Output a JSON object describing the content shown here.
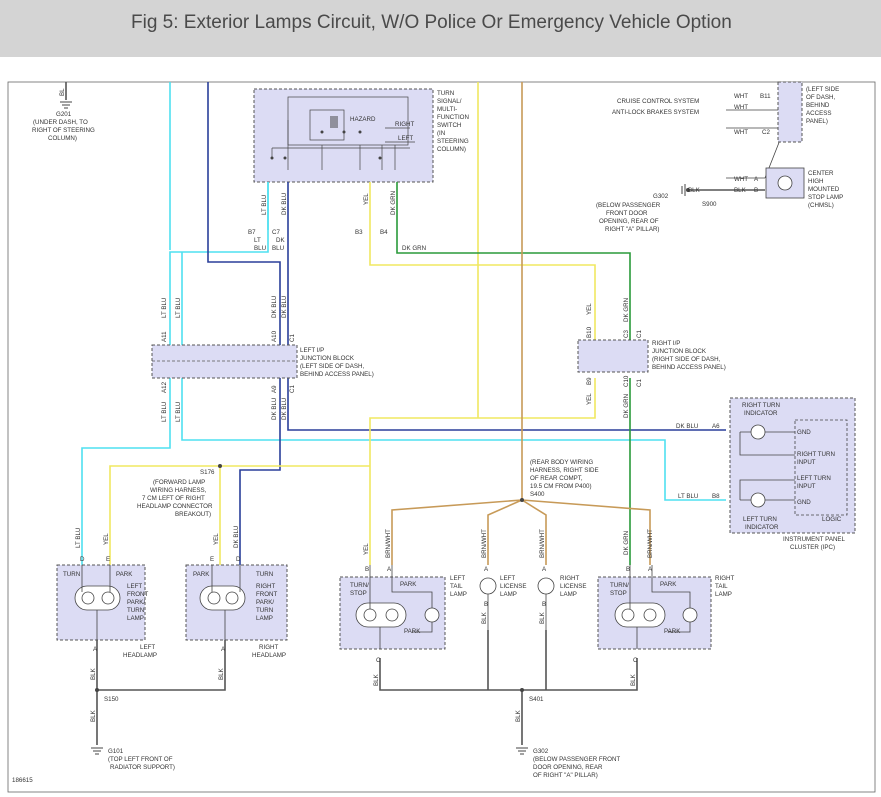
{
  "title": "Fig 5: Exterior Lamps Circuit, W/O Police Or Emergency Vehicle Option",
  "diagram_id": "186615",
  "components": {
    "turn_switch": [
      "TURN",
      "SIGNAL/",
      "MULTI-",
      "FUNCTION",
      "SWITCH",
      "(IN",
      "STEERING",
      "COLUMN)"
    ],
    "turn_switch_hazard": "HAZARD",
    "turn_switch_right": "RIGHT",
    "turn_switch_left": "LEFT",
    "g201": [
      "G201",
      "(UNDER DASH, TO",
      "RIGHT OF STEERING",
      "COLUMN)"
    ],
    "left_ip_jb": [
      "LEFT I/P",
      "JUNCTION BLOCK",
      "(LEFT SIDE OF DASH,",
      "BEHIND ACCESS PANEL)"
    ],
    "right_ip_jb": [
      "RIGHT I/P",
      "JUNCTION BLOCK",
      "(RIGHT SIDE OF DASH,",
      "BEHIND ACCESS PANEL)"
    ],
    "cruise": "CRUISE CONTROL SYSTEM",
    "abs": "ANTI-LOCK BRAKES SYSTEM",
    "left_side_dash": [
      "(LEFT SIDE",
      "OF DASH,",
      "BEHIND",
      "ACCESS",
      "PANEL)"
    ],
    "chmsl": [
      "CENTER",
      "HIGH",
      "MOUNTED",
      "STOP LAMP",
      "(CHMSL)"
    ],
    "g302_top": [
      "(BELOW PASSENGER",
      "FRONT DOOR",
      "OPENING, REAR OF",
      "RIGHT \"A\" PILLAR)"
    ],
    "ipc": [
      "INSTRUMENT PANEL",
      "CLUSTER (IPC)"
    ],
    "right_turn_indicator": [
      "RIGHT TURN",
      "INDICATOR"
    ],
    "left_turn_indicator": [
      "LEFT TURN",
      "INDICATOR"
    ],
    "logic": "LOGIC",
    "logic_labels": [
      "GND",
      "RIGHT TURN",
      "INPUT",
      "LEFT TURN",
      "INPUT",
      "GND"
    ],
    "s176": "S176",
    "s176_note": [
      "(FORWARD LAMP",
      "WIRING HARNESS,",
      "7 CM LEFT OF RIGHT",
      "HEADLAMP CONNECTOR",
      "BREAKOUT)"
    ],
    "s400": "S400",
    "s400_note": [
      "(REAR BODY WIRING",
      "HARNESS, RIGHT SIDE",
      "OF REAR COMPT,",
      "19.5 CM FROM P400)"
    ],
    "left_front_lamp": [
      "LEFT",
      "FRONT",
      "PARK/",
      "TURN",
      "LAMP"
    ],
    "right_front_lamp": [
      "RIGHT",
      "FRONT",
      "PARK/",
      "TURN",
      "LAMP"
    ],
    "left_headlamp": [
      "LEFT",
      "HEADLAMP"
    ],
    "right_headlamp": [
      "RIGHT",
      "HEADLAMP"
    ],
    "left_tail_lamp": [
      "LEFT",
      "TAIL",
      "LAMP"
    ],
    "right_tail_lamp": [
      "RIGHT",
      "TAIL",
      "LAMP"
    ],
    "left_license": [
      "LEFT",
      "LICENSE",
      "LAMP"
    ],
    "right_license": [
      "RIGHT",
      "LICENSE",
      "LAMP"
    ],
    "s150": "S150",
    "s401": "S401",
    "s900": "S900",
    "g101": [
      "G101",
      "(TOP LEFT FRONT OF",
      "RADIATOR SUPPORT)"
    ],
    "g302_bottom": [
      "G302",
      "(BELOW PASSENGER FRONT",
      "DOOR OPENING, REAR",
      "OF RIGHT \"A\" PILLAR)"
    ],
    "g302_label": "G302"
  },
  "wire_labels": {
    "lt_blu": "LT BLU",
    "dk_blu": "DK BLU",
    "yel": "YEL",
    "dk_grn": "DK GRN",
    "blk": "BLK",
    "brn_wht": "BRN/WHT",
    "wht": "WHT",
    "bl": "BL",
    "lt": "LT",
    "blu": "BLU",
    "dk": "DK"
  },
  "pins": {
    "b7": "B7",
    "c7": "C7",
    "b3": "B3",
    "b4": "B4",
    "a11": "A11",
    "a10": "A10",
    "a12": "A12",
    "a9": "A9",
    "c1": "C1",
    "b10": "B10",
    "c3": "C3",
    "b9": "B9",
    "c10": "C10",
    "a6": "A6",
    "b8": "B8",
    "b11": "B11",
    "c2": "C2",
    "a": "A",
    "b": "B",
    "c": "C",
    "d": "D",
    "e": "E"
  },
  "lamp_terms": {
    "turn": "TURN",
    "park": "PARK",
    "turn_stop": [
      "TURN/",
      "STOP"
    ],
    "park_tail": "PARK"
  }
}
